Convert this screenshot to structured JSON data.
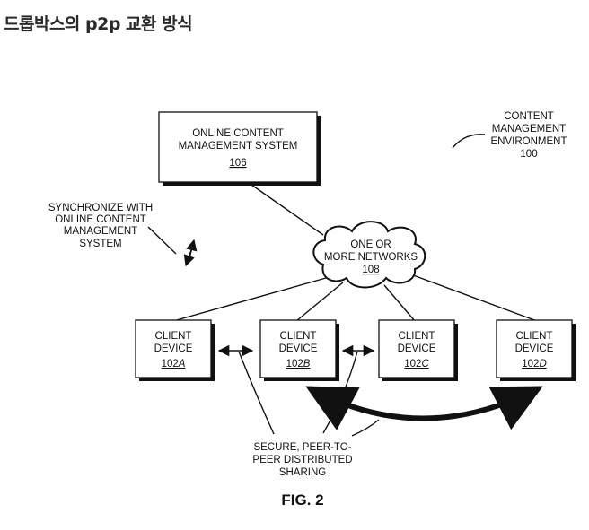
{
  "page_title": "드롭박스의 p2p 교환 방식",
  "environment": {
    "lines": [
      "CONTENT",
      "MANAGEMENT",
      "ENVIRONMENT"
    ],
    "ref": "100"
  },
  "server": {
    "lines": [
      "ONLINE CONTENT",
      "MANAGEMENT SYSTEM"
    ],
    "ref": "106"
  },
  "sync_note": {
    "lines": [
      "SYNCHRONIZE WITH",
      "ONLINE CONTENT",
      "MANAGEMENT",
      "SYSTEM"
    ]
  },
  "network": {
    "lines": [
      "ONE OR",
      "MORE NETWORKS"
    ],
    "ref": "108"
  },
  "devices": [
    {
      "lines": [
        "CLIENT",
        "DEVICE"
      ],
      "ref_num": "102",
      "ref_letter": "A"
    },
    {
      "lines": [
        "CLIENT",
        "DEVICE"
      ],
      "ref_num": "102",
      "ref_letter": "B"
    },
    {
      "lines": [
        "CLIENT",
        "DEVICE"
      ],
      "ref_num": "102",
      "ref_letter": "C"
    },
    {
      "lines": [
        "CLIENT",
        "DEVICE"
      ],
      "ref_num": "102",
      "ref_letter": "D"
    }
  ],
  "sharing_note": {
    "lines": [
      "SECURE, PEER-TO-",
      "PEER DISTRIBUTED",
      "SHARING"
    ]
  },
  "figure_label": "FIG. 2"
}
